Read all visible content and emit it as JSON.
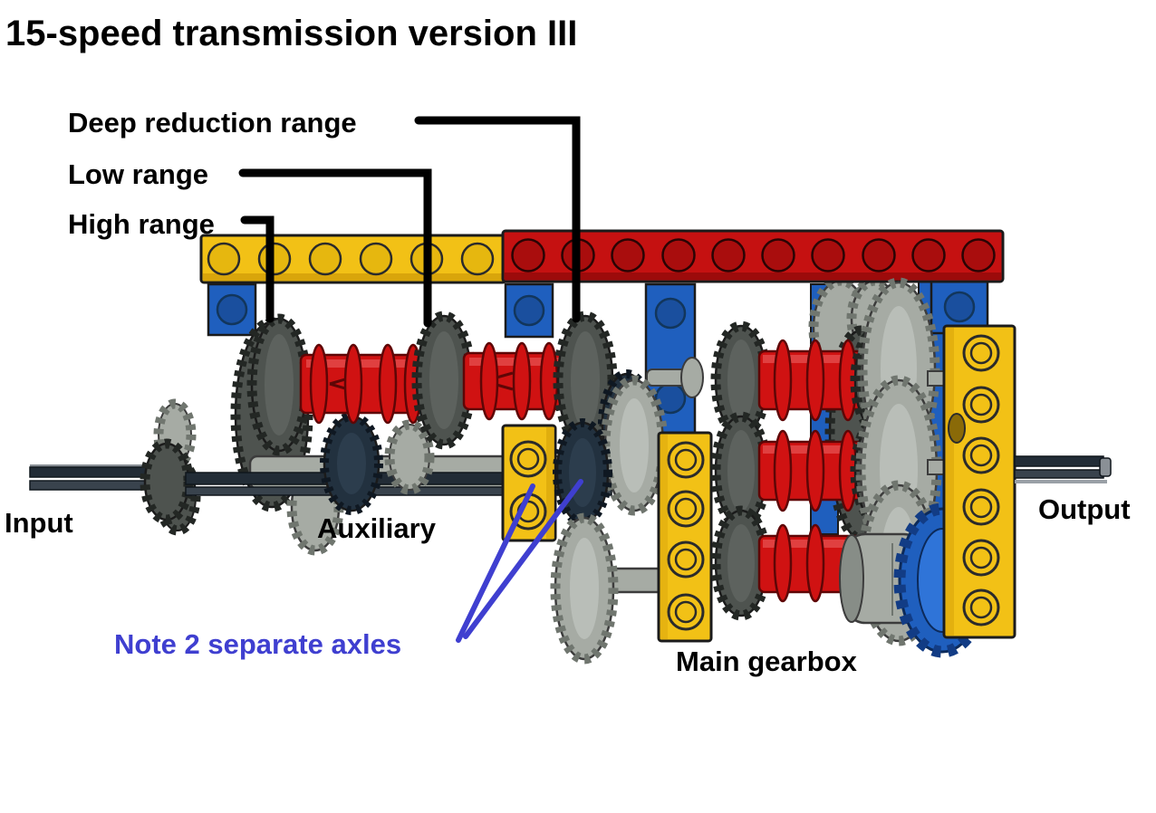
{
  "title": "15-speed transmission version III",
  "diagram": {
    "callouts": {
      "deep_reduction": "Deep reduction range",
      "low_range": "Low range",
      "high_range": "High range",
      "note_axles": "Note 2 separate axles"
    },
    "part_labels": {
      "input": "Input",
      "auxiliary": "Auxiliary",
      "output": "Output",
      "main_gearbox": "Main gearbox"
    }
  },
  "colors": {
    "background": "#FFFFFF",
    "text_black": "#000000",
    "note_blue": "#3F3FD0",
    "outline": "#1B1B1B",
    "lego_yellow": "#F2C116",
    "lego_yellow_dark": "#D9A50B",
    "lego_red": "#C51111",
    "ring_red": "#D01212",
    "lego_blue": "#1F5FBE",
    "dark_gear": "#4E534F",
    "light_gear": "#A6ABA4",
    "navy_part": "#22313F",
    "axle_dark": "#222C36"
  }
}
